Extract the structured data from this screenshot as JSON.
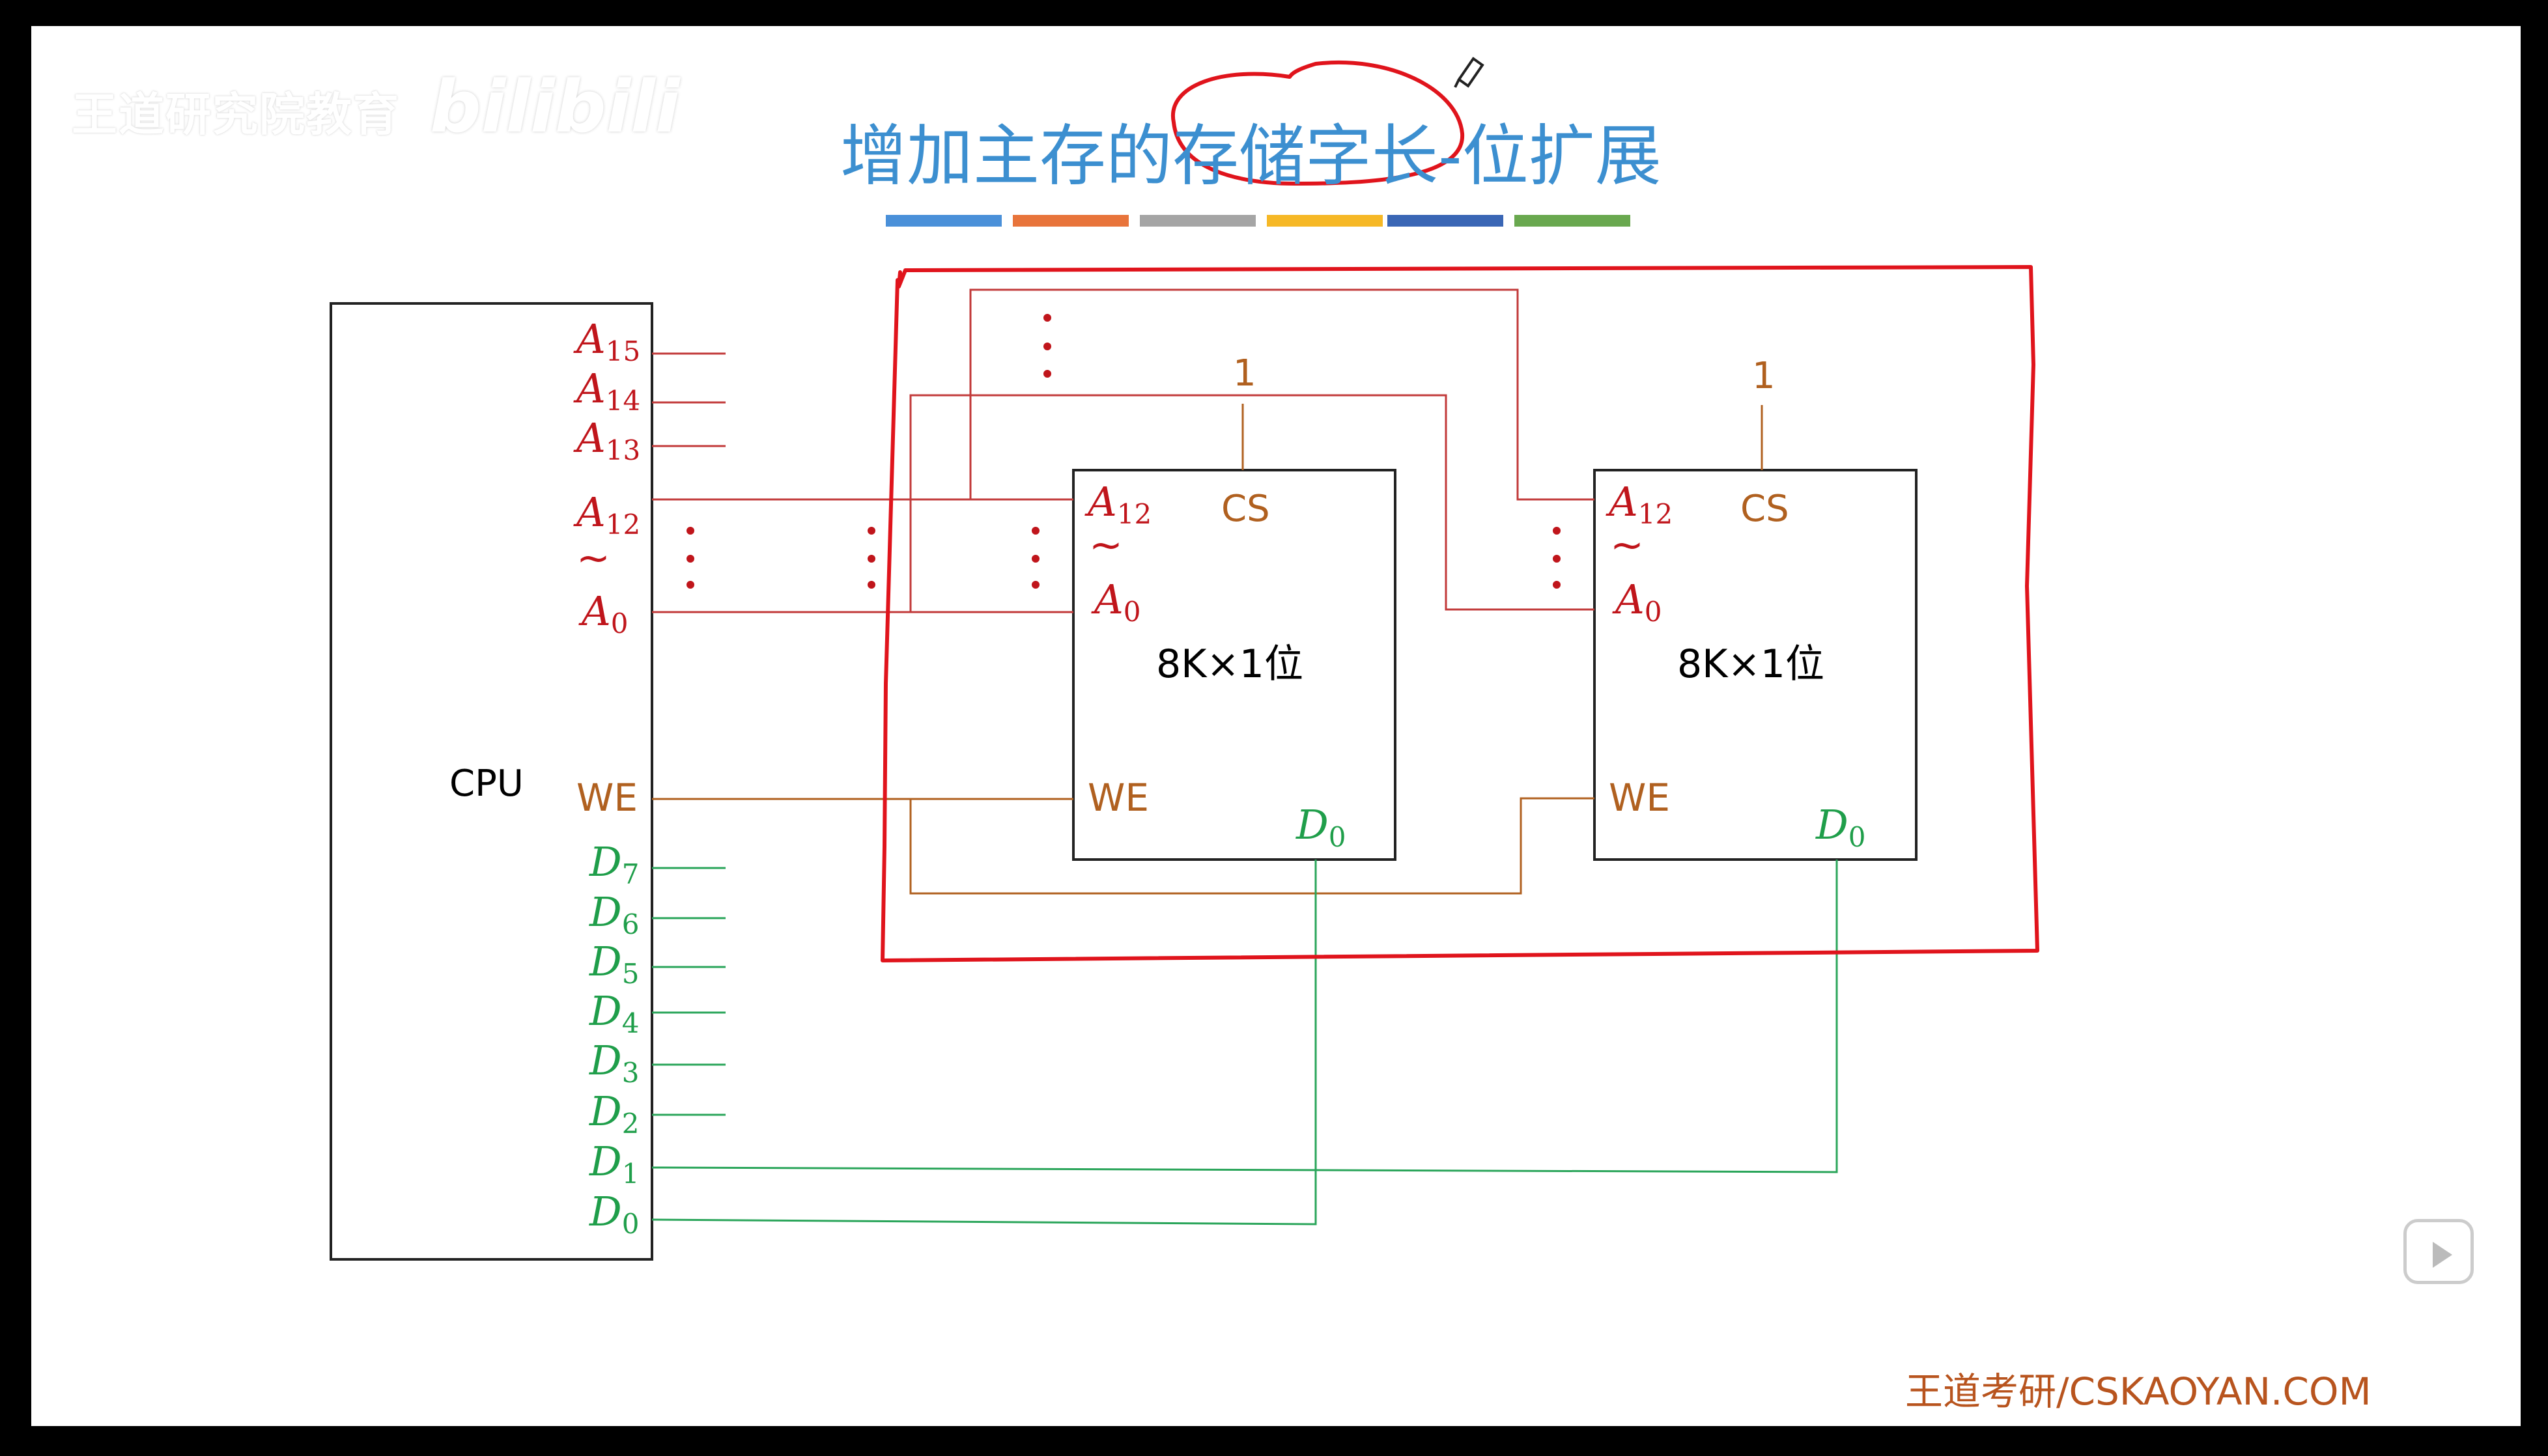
{
  "watermark": {
    "channel_text": "王道研究院教育",
    "logo_text": "bilibili"
  },
  "title": "增加主存的存储字长-位扩展",
  "title_underline_colors": [
    "#4a90d9",
    "#e8743b",
    "#a5a5a5",
    "#f6b826",
    "#3a66b5",
    "#69a84f"
  ],
  "cpu": {
    "label": "CPU",
    "address_pins": {
      "a15": "A",
      "a15_sub": "15",
      "a14": "A",
      "a14_sub": "14",
      "a13": "A",
      "a13_sub": "13",
      "a12": "A",
      "a12_sub": "12",
      "tilde": "~",
      "a0": "A",
      "a0_sub": "0"
    },
    "we_label": "WE",
    "data_pins": [
      {
        "letter": "D",
        "sub": "7"
      },
      {
        "letter": "D",
        "sub": "6"
      },
      {
        "letter": "D",
        "sub": "5"
      },
      {
        "letter": "D",
        "sub": "4"
      },
      {
        "letter": "D",
        "sub": "3"
      },
      {
        "letter": "D",
        "sub": "2"
      },
      {
        "letter": "D",
        "sub": "1"
      },
      {
        "letter": "D",
        "sub": "0"
      }
    ]
  },
  "chips": [
    {
      "cs_value": "1",
      "cs_label": "CS",
      "a12": "A",
      "a12_sub": "12",
      "tilde": "~",
      "a0": "A",
      "a0_sub": "0",
      "capacity": "8K×1位",
      "we_label": "WE",
      "d0": "D",
      "d0_sub": "0"
    },
    {
      "cs_value": "1",
      "cs_label": "CS",
      "a12": "A",
      "a12_sub": "12",
      "tilde": "~",
      "a0": "A",
      "a0_sub": "0",
      "capacity": "8K×1位",
      "we_label": "WE",
      "d0": "D",
      "d0_sub": "0"
    }
  ],
  "footer_brand": "王道考研/CSKAOYAN.COM",
  "colors": {
    "address": "#c0151b",
    "control": "#b0601f",
    "data": "#1f9e4a",
    "annotation": "#e0141c",
    "title": "#3c8fd0"
  }
}
